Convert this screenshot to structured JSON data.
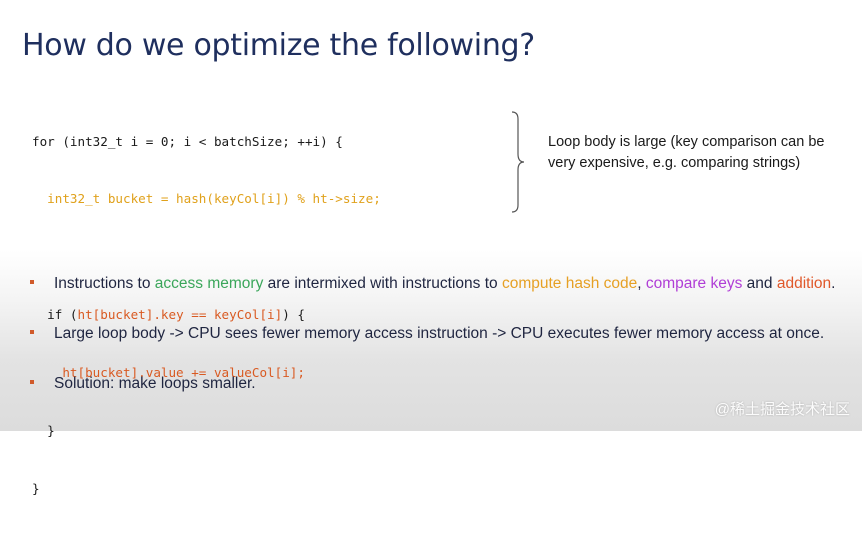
{
  "title": "How do we optimize the following?",
  "code": {
    "l1": "for (int32_t i = 0; i < batchSize; ++i) {",
    "l2": "  int32_t bucket = hash(keyCol[i]) % ht->size;",
    "l4a": "  if (",
    "l4b": "ht[bucket].key == keyCol[i]",
    "l4c": ") {",
    "l5": "    ht[bucket].value += valueCol[i];",
    "l6": "  }",
    "l7": "}"
  },
  "note": "Loop body is large (key comparison can be very expensive, e.g. comparing strings)",
  "bullets": {
    "b1": {
      "t1": "Instructions to ",
      "access_memory": "access memory",
      "t2": " are intermixed with instructions to ",
      "compute_hash": "compute hash code",
      "t3": ", ",
      "compare_keys": "compare keys",
      "t4": " and ",
      "addition": "addition",
      "t5": "."
    },
    "b2": "Large loop body -> CPU sees fewer memory access instruction -> CPU executes fewer memory access at once.",
    "b3": "Solution: make loops smaller."
  },
  "watermark": "@稀土掘金技术社区",
  "colors": {
    "title": "#1f2f5e",
    "bullet_mark": "#d05a2a",
    "access_memory": "#3aa65a",
    "compute_hash": "#e6a024",
    "compare_keys": "#b03ed6",
    "addition": "#e0582a"
  }
}
